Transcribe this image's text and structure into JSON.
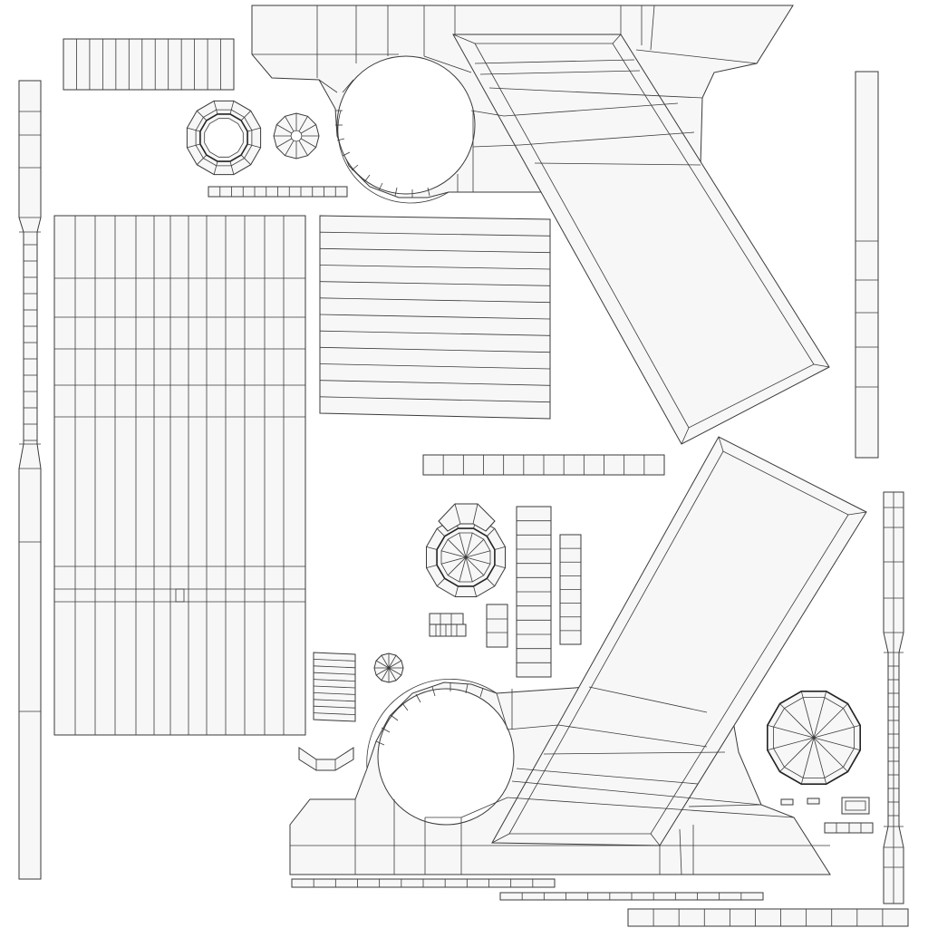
{
  "image_kind": "uv-layout-wireframe",
  "texts": [],
  "colors": {
    "background": "#ffffff",
    "island_fill": "#f7f7f7",
    "edge": "#3a3a3a"
  },
  "islands": {
    "grip_shell_top": "grip-shell-top",
    "grip_shell_bottom": "grip-shell-bottom",
    "side_panel_grid": "side-panel-grid",
    "horizontal_strip_block": "horizontal-strip-block",
    "small_radial_caps": "radial-cap",
    "narrow_strips": "strip"
  }
}
